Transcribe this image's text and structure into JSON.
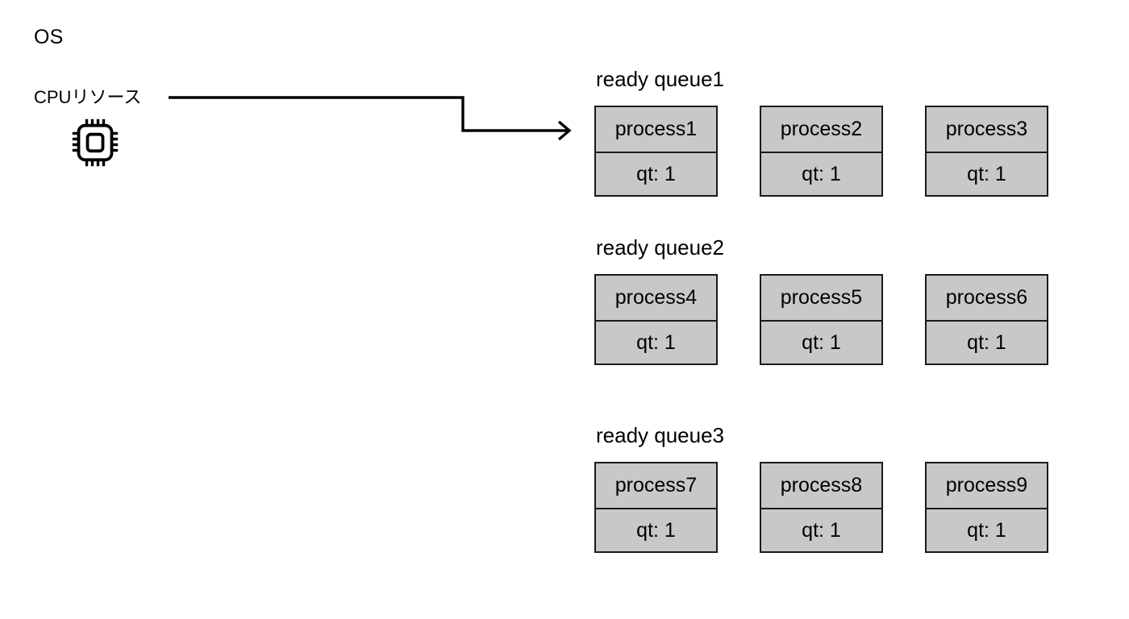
{
  "diagram": {
    "background_color": "#ffffff",
    "stroke_color": "#1a1a1a",
    "card_fill_color": "#c8c8c8"
  },
  "os": {
    "title": "OS",
    "cpu_label": "CPUリソース",
    "cpu_icon": "cpu-chip-icon"
  },
  "arrow": {
    "name": "cpu-to-ready-queue-arrow",
    "style": "elbow-polyline-with-open-arrowhead"
  },
  "queues": [
    {
      "title": "ready queue1",
      "processes": [
        {
          "name": "process1",
          "qt": "qt: 1"
        },
        {
          "name": "process2",
          "qt": "qt: 1"
        },
        {
          "name": "process3",
          "qt": "qt: 1"
        }
      ]
    },
    {
      "title": "ready queue2",
      "processes": [
        {
          "name": "process4",
          "qt": "qt: 1"
        },
        {
          "name": "process5",
          "qt": "qt: 1"
        },
        {
          "name": "process6",
          "qt": "qt: 1"
        }
      ]
    },
    {
      "title": "ready queue3",
      "processes": [
        {
          "name": "process7",
          "qt": "qt: 1"
        },
        {
          "name": "process8",
          "qt": "qt: 1"
        },
        {
          "name": "process9",
          "qt": "qt: 1"
        }
      ]
    }
  ]
}
